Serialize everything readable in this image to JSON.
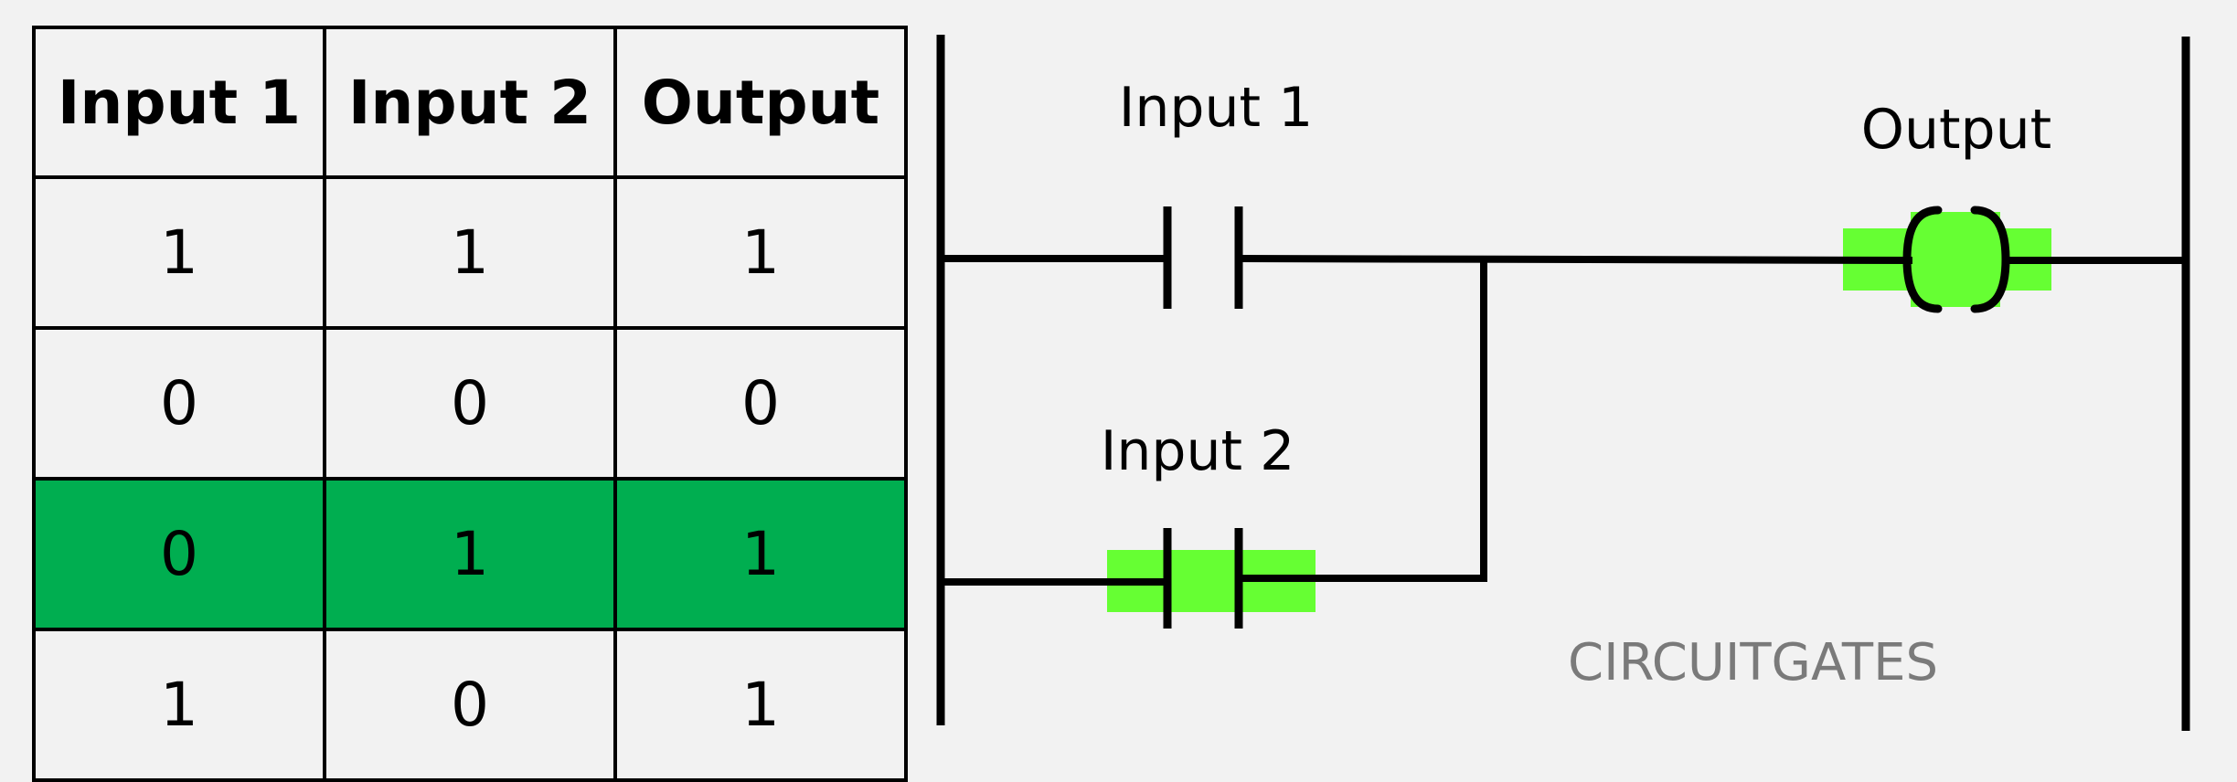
{
  "table": {
    "headers": [
      "Input 1",
      "Input 2",
      "Output"
    ],
    "rows": [
      {
        "cells": [
          "1",
          "1",
          "1"
        ],
        "highlighted": false
      },
      {
        "cells": [
          "0",
          "0",
          "0"
        ],
        "highlighted": false
      },
      {
        "cells": [
          "0",
          "1",
          "1"
        ],
        "highlighted": true
      },
      {
        "cells": [
          "1",
          "0",
          "1"
        ],
        "highlighted": false
      }
    ],
    "highlight_color": "#00ae50"
  },
  "ladder": {
    "input1_label": "Input 1",
    "input2_label": "Input 2",
    "output_label": "Output",
    "active_elements": [
      "input-2-contact",
      "output-coil"
    ],
    "active_color": "#66ff33",
    "wire_color": "#000000"
  },
  "watermark": "CIRCUITGATES"
}
